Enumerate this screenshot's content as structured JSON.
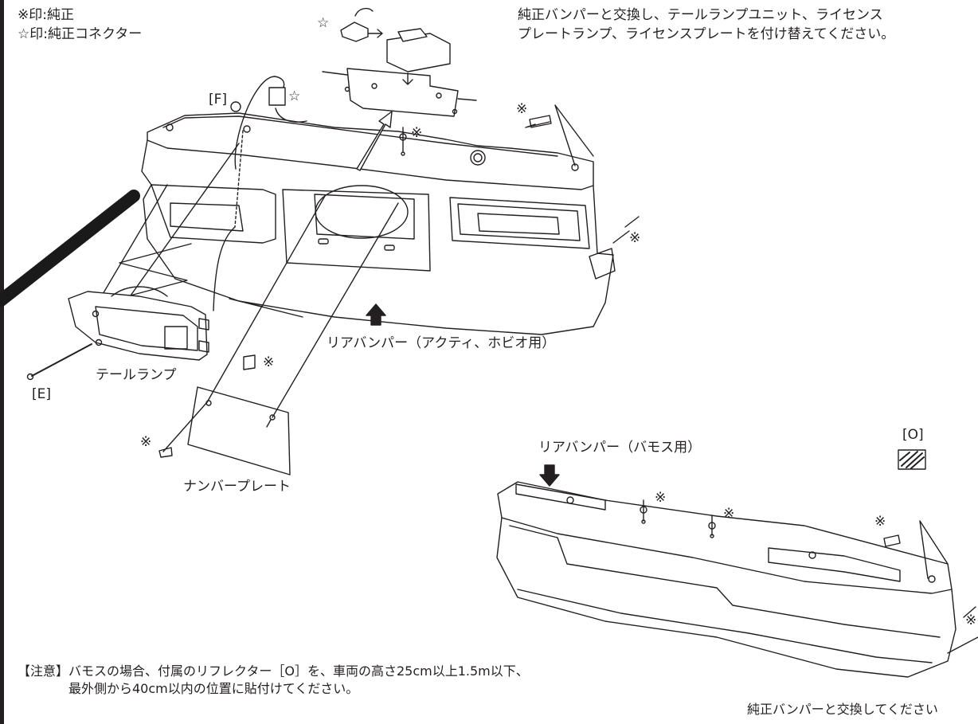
{
  "legend": {
    "genuine": "※印:純正",
    "connector": "☆印:純正コネクター"
  },
  "top_instruction": {
    "line1": "純正バンパーと交換し、テールランプユニット、ライセンス",
    "line2": "プレートランプ、ライセンスプレートを付け替えてください。"
  },
  "labels": {
    "F": "[F]",
    "E": "[E]",
    "O": "[O]",
    "tail_lamp": "テールランプ",
    "number_plate": "ナンバープレート",
    "bumper_acty": "リアバンパー（アクティ、ホビオ用）",
    "bumper_vamos": "リアバンパー（バモス用）",
    "star": "☆",
    "mark": "※"
  },
  "notes": {
    "caution_line1": "【注意】バモスの場合、付属のリフレクター［O］を、車両の高さ25cm以上1.5m以下、",
    "caution_line2": "最外側から40cm以内の位置に貼付けてください。",
    "replace": "純正バンパーと交換してください"
  },
  "colors": {
    "line": "#231f20",
    "bar": "#1a1a1a",
    "paper": "#ffffff"
  }
}
